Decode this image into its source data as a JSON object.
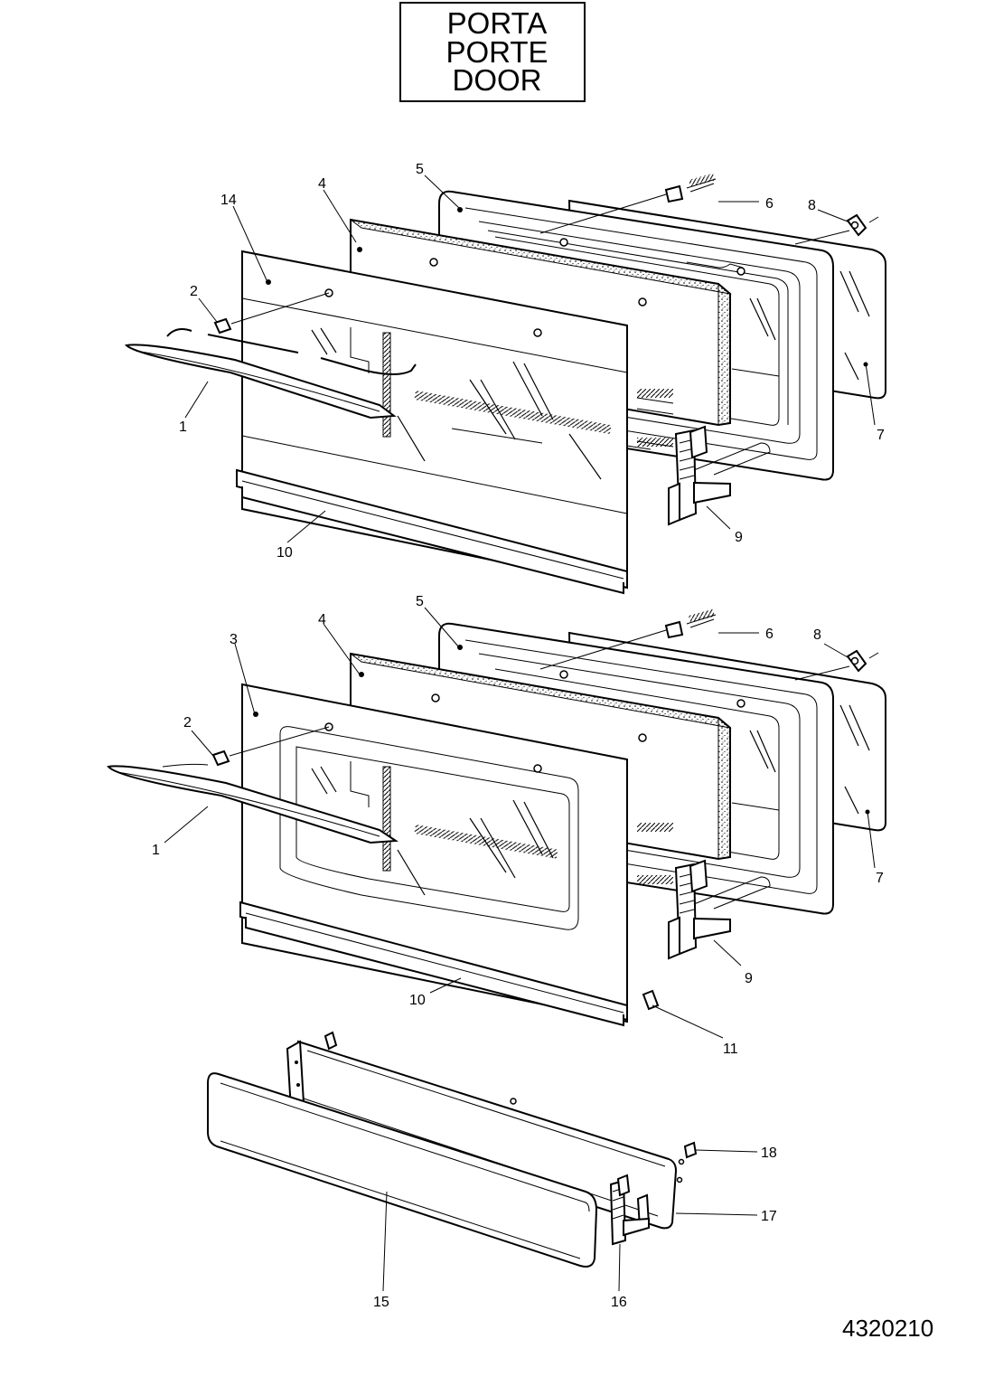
{
  "title": {
    "lines": [
      "PORTA",
      "PORTE",
      "DOOR"
    ]
  },
  "drawing_number": "4320210",
  "assembly_top": {
    "callouts": [
      "14",
      "4",
      "5",
      "6",
      "8",
      "2",
      "1",
      "7",
      "9",
      "10"
    ]
  },
  "assembly_middle": {
    "callouts": [
      "3",
      "4",
      "5",
      "6",
      "8",
      "2",
      "1",
      "7",
      "9",
      "10",
      "11"
    ]
  },
  "assembly_bottom": {
    "callouts": [
      "18",
      "17",
      "15",
      "16"
    ]
  }
}
